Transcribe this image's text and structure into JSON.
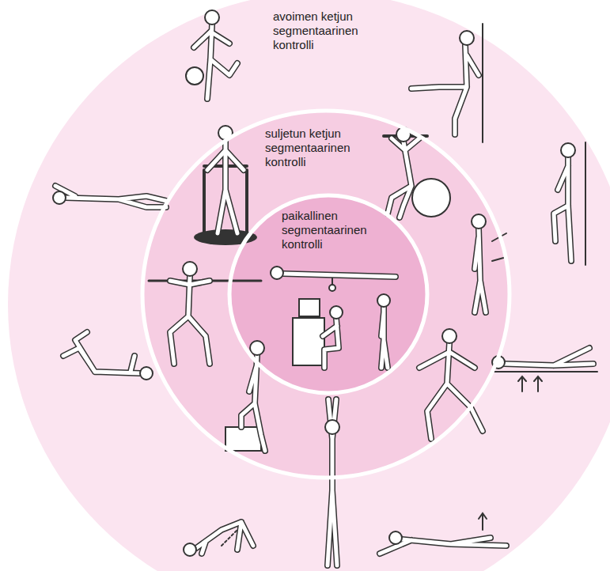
{
  "diagram": {
    "nodes": [
      {
        "text": [
          "avoimen ketjun segmentaarinen kontrolli"
        ]
      },
      {
        "text": [
          "suljetun ketjun segmentaarinen kontrolli"
        ],
        "in": 0
      },
      {
        "text": [
          "paikallinen segmentaarinen kontrolli"
        ],
        "in": 1
      }
    ]
  }
}
